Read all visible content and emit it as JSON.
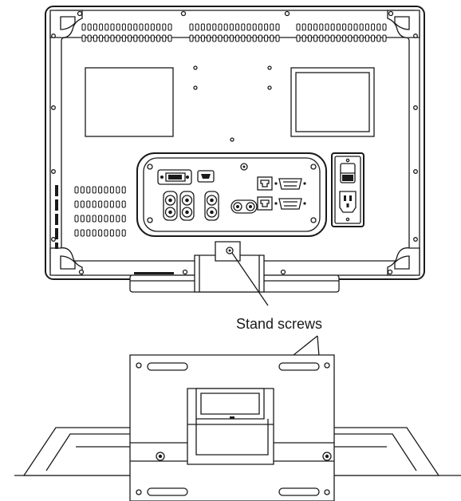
{
  "figure": {
    "callout_label": "Stand screws",
    "views": [
      {
        "name": "monitor-rear-view"
      },
      {
        "name": "stand-close-up-view"
      }
    ],
    "colors": {
      "line": "#1a1a1a",
      "background": "#ffffff"
    }
  }
}
